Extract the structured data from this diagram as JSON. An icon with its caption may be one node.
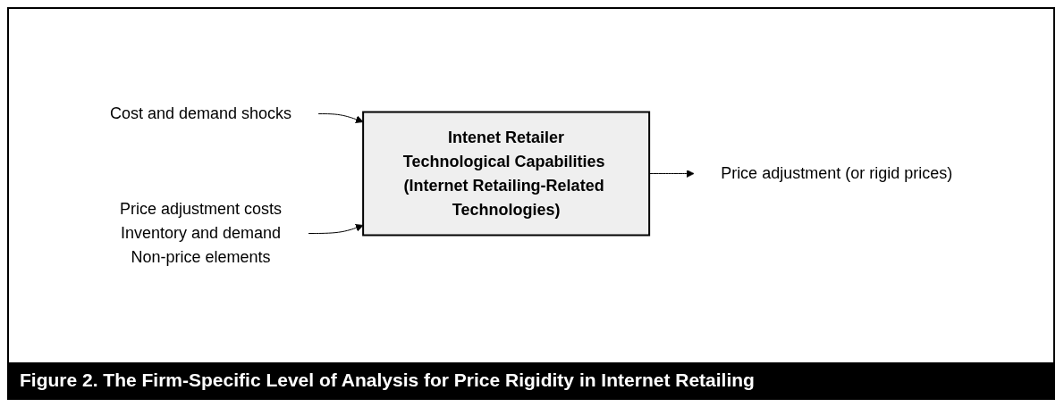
{
  "diagram": {
    "caption": "Figure 2. The Firm-Specific Level of Analysis for Price Rigidity in Internet Retailing",
    "nodes": [
      {
        "text": [
          "Intenet Retailer",
          "Technological Capabilities (Internet Retailing-Related Technologies)"
        ]
      },
      {
        "text": [
          "Cost and demand shocks"
        ]
      },
      {
        "text": [
          "Price adjustment costs",
          "Inventory and demand",
          "Non-price elements"
        ]
      },
      {
        "text": [
          "Price adjustment (or rigid prices)"
        ]
      }
    ],
    "edges": [
      {
        "from": 1,
        "to": 0,
        "arrow": "to"
      },
      {
        "from": 2,
        "to": 0,
        "arrow": "to"
      },
      {
        "from": 0,
        "to": 3,
        "arrow": "to"
      }
    ]
  }
}
